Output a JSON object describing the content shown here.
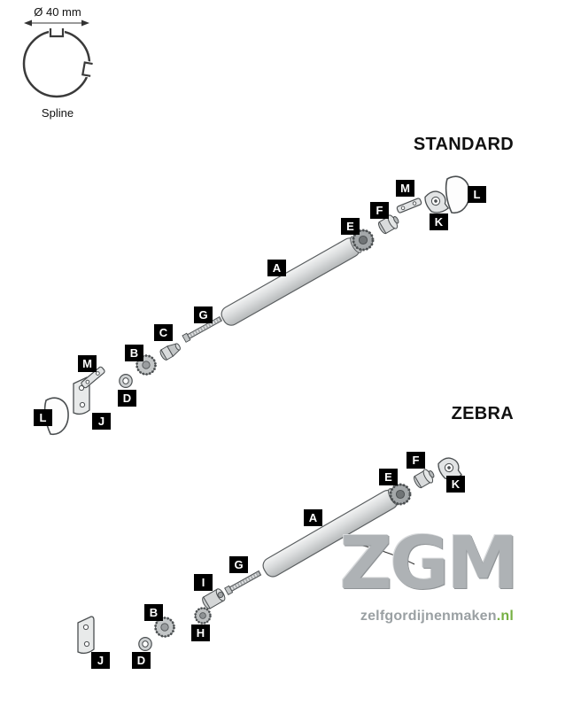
{
  "page": {
    "background": "#ffffff"
  },
  "spline": {
    "diameter": "Ø 40 mm",
    "label": "Spline"
  },
  "sections": {
    "standard": {
      "title": "STANDARD",
      "labels": [
        "M",
        "L",
        "F",
        "K",
        "E",
        "A",
        "G",
        "C",
        "B",
        "M",
        "D",
        "J",
        "L"
      ]
    },
    "zebra": {
      "title": "ZEBRA",
      "labels": [
        "F",
        "E",
        "K",
        "A",
        "G",
        "I",
        "B",
        "H",
        "D",
        "J"
      ]
    }
  },
  "watermark": {
    "logo": "ZGM",
    "site_name": "zelfgordijnenmaken",
    "site_tld": ".nl"
  },
  "colors": {
    "label_background": "#000000",
    "label_text": "#ffffff",
    "diagram_stroke": "#4a4e50",
    "part_fill": "#d6d8d9",
    "watermark_gray": "#aeb2b5",
    "watermark_green": "#76b043"
  }
}
